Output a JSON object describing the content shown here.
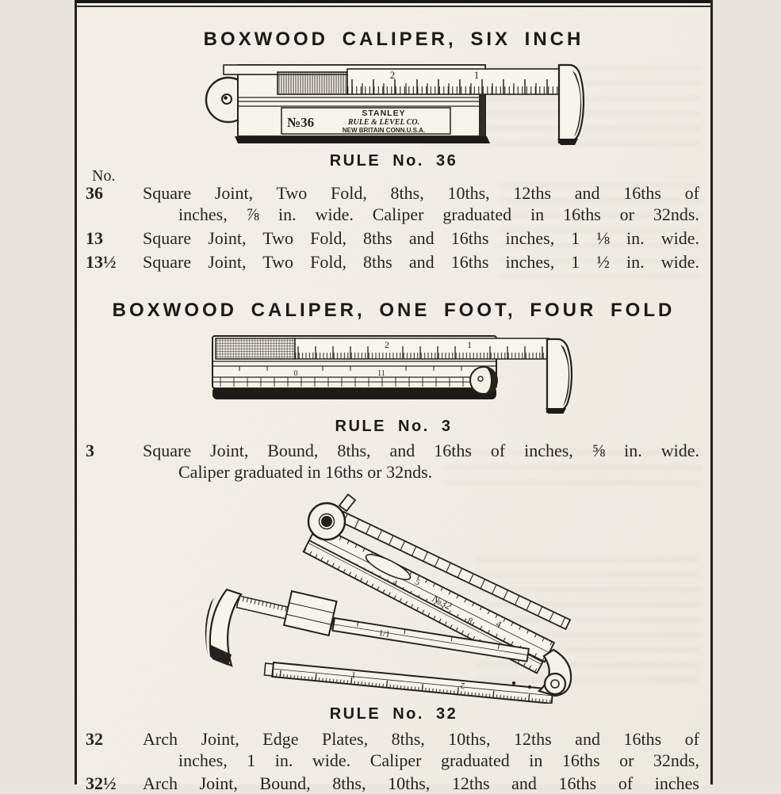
{
  "section_six_inch": {
    "heading": "BOXWOOD CALIPER, SIX INCH",
    "caption": "RULE No. 36",
    "column_header": "No.",
    "rows": [
      {
        "no": "36",
        "line1": "Square Joint, Two Fold, 8ths, 10ths, 12ths and 16ths of",
        "line2": "inches, ⅞ in. wide.  Caliper graduated in 16ths or 32nds."
      },
      {
        "no": "13",
        "line1": "Square Joint, Two Fold, 8ths and 16ths inches, 1 ⅛ in. wide."
      },
      {
        "no": "13½",
        "line1": "Square Joint, Two Fold, 8ths and 16ths inches, 1 ½ in. wide."
      }
    ]
  },
  "section_four_fold": {
    "heading": "BOXWOOD CALIPER, ONE FOOT, FOUR FOLD",
    "caption": "RULE No. 3",
    "rows": [
      {
        "no": "3",
        "line1": "Square Joint, Bound, 8ths, and 16ths of inches, ⅝ in. wide.",
        "line2": "Caliper graduated in 16ths or 32nds."
      }
    ]
  },
  "section_rule32": {
    "caption": "RULE No. 32",
    "rows": [
      {
        "no": "32",
        "line1": "Arch Joint, Edge Plates, 8ths, 10ths, 12ths and 16ths of",
        "line2": "inches, 1 in. wide.  Caliper graduated in 16ths or 32nds,"
      },
      {
        "no": "32½",
        "line1": "Arch Joint, Bound, 8ths, 10ths, 12ths and 16ths of inches"
      }
    ]
  },
  "illus_rule36": {
    "model": "№36",
    "brand_name": "STANLEY",
    "brand_co": "RULE & LEVEL CO.",
    "brand_city": "NEW BRITAIN CONN.U.S.A.",
    "scale_2": "2",
    "scale_1": "1"
  },
  "illus_rule3": {
    "scale_2": "2",
    "scale_1": "1",
    "board_0": "0",
    "board_11": "11"
  },
  "illus_rule32": {
    "n5": "5",
    "n4small": "4",
    "model": "№32",
    "n4": "4",
    "n8": "8",
    "n11": "1/1",
    "n1": "1",
    "n2": "2"
  },
  "colors": {
    "ink": "#201e1a",
    "paper_inside": "#f2eee5",
    "paper_outside": "#eae6dd"
  }
}
